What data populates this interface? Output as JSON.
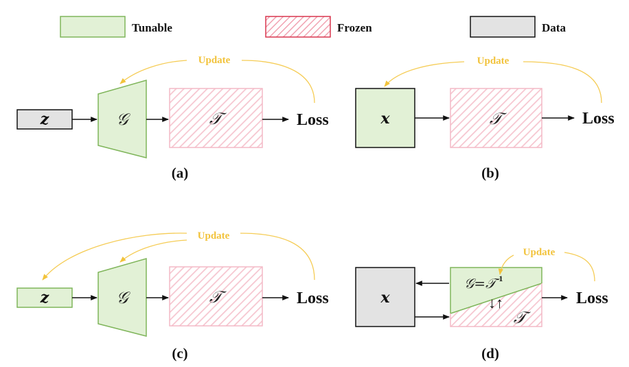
{
  "legend": {
    "tunable": "Tunable",
    "frozen": "Frozen",
    "data": "Data"
  },
  "symbols": {
    "z": "z",
    "x": "x",
    "G": "𝒢",
    "T": "𝒯",
    "equals": "=",
    "inverse": "-1",
    "swap": "↓↑"
  },
  "labels": {
    "loss": "Loss",
    "update": "Update"
  },
  "captions": {
    "a": "(a)",
    "b": "(b)",
    "c": "(c)",
    "d": "(d)"
  },
  "colors": {
    "tunable_fill": "#e2f1d6",
    "tunable_stroke": "#7fb55a",
    "frozen_stroke": "#f4b9c6",
    "data_fill": "#e3e3e3",
    "update": "#f2c33c"
  }
}
